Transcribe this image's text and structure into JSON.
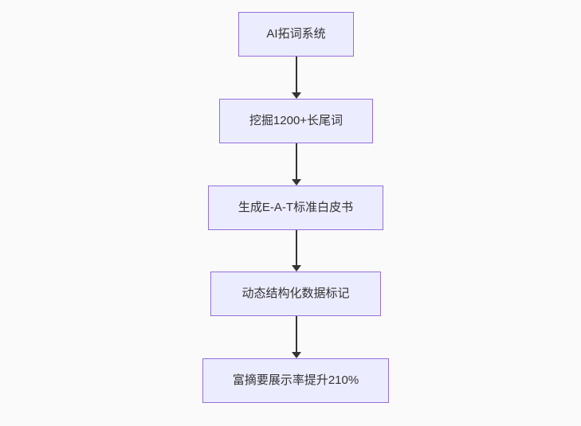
{
  "diagram": {
    "type": "flowchart",
    "direction": "top-to-bottom",
    "nodes": [
      {
        "id": "A",
        "label": "AI拓词系统"
      },
      {
        "id": "B",
        "label": "挖掘1200+长尾词"
      },
      {
        "id": "C",
        "label": "生成E-A-T标准白皮书"
      },
      {
        "id": "D",
        "label": "动态结构化数据标记"
      },
      {
        "id": "E",
        "label": "富摘要展示率提升210%"
      }
    ],
    "edges": [
      {
        "from": "A",
        "to": "B",
        "style": "solid-arrow"
      },
      {
        "from": "B",
        "to": "C",
        "style": "solid-arrow"
      },
      {
        "from": "C",
        "to": "D",
        "style": "solid-arrow"
      },
      {
        "from": "D",
        "to": "E",
        "style": "solid-arrow"
      }
    ],
    "colors": {
      "node_fill": "#ECECFF",
      "node_border": "#9370DB",
      "node_text": "#333333",
      "arrow": "#333333",
      "background": "#FAFAFA"
    }
  }
}
